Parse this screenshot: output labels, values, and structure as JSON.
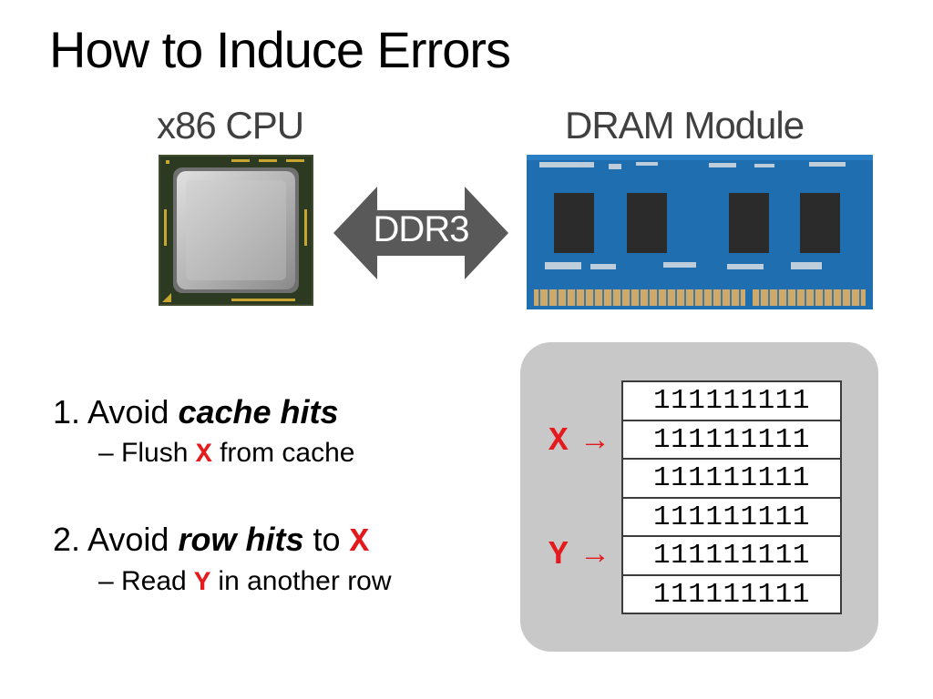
{
  "slide": {
    "title": "How to Induce Errors"
  },
  "cpu": {
    "label": "x86 CPU",
    "icon": "cpu-chip-icon"
  },
  "dram_module": {
    "label": "DRAM Module",
    "icon": "dram-stick-icon"
  },
  "bus": {
    "label": "DDR3",
    "icon": "bidirectional-arrow-icon"
  },
  "steps": [
    {
      "prefix": "1. Avoid ",
      "emphasis": "cache hits",
      "suffix": "",
      "sub": {
        "before": "– Flush ",
        "var": "X",
        "after": " from cache"
      }
    },
    {
      "prefix": "2. Avoid ",
      "emphasis": "row hits",
      "suffix": " to ",
      "var": "X",
      "sub": {
        "before": "– Read ",
        "var": "Y",
        "after": " in another row"
      }
    }
  ],
  "rows": [
    "111111111",
    "111111111",
    "111111111",
    "111111111",
    "111111111",
    "111111111"
  ],
  "pointers": {
    "x": {
      "label": "X",
      "arrow": "→"
    },
    "y": {
      "label": "Y",
      "arrow": "→"
    }
  },
  "colors": {
    "accent": "#e41a1c",
    "arrow": "#595959",
    "panel": "#c8c8c8",
    "pcb": "#1f6fb0"
  }
}
